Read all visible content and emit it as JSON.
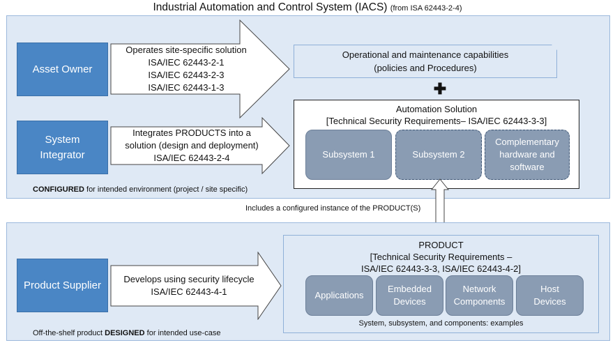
{
  "title": "Industrial Automation and Control System (IACS)",
  "title_source": "(from ISA 62443-2-4)",
  "top_band": {
    "asset_owner": {
      "label": "Asset Owner"
    },
    "asset_owner_arrow": {
      "lines": [
        "Operates site-specific solution",
        "ISA/IEC 62443-2-1",
        "ISA/IEC 62443-2-3",
        "ISA/IEC 62443-1-3"
      ]
    },
    "system_integrator": {
      "lines": [
        "System",
        "Integrator"
      ]
    },
    "integrator_arrow": {
      "lines": [
        "Integrates PRODUCTS into a",
        "solution (design and deployment)",
        "ISA/IEC 62443-2-4"
      ]
    },
    "caption_bold": "CONFIGURED",
    "caption_rest": " for intended environment (project / site specific)",
    "ops": {
      "lines": [
        "Operational and maintenance capabilities",
        "(policies and Procedures)"
      ]
    },
    "plus": "✚",
    "automation": {
      "heading_lines": [
        "Automation Solution",
        "[Technical Security Requirements– ISA/IEC 62443-3-3]"
      ],
      "tiles": [
        {
          "lines": [
            "Subsystem 1"
          ]
        },
        {
          "lines": [
            "Subsystem 2"
          ]
        },
        {
          "lines": [
            "Complementary",
            "hardware and",
            "software"
          ]
        }
      ]
    }
  },
  "link_caption": "Includes a configured instance of the PRODUCT(S)",
  "bottom_band": {
    "supplier": {
      "label": "Product Supplier"
    },
    "supplier_arrow": {
      "lines": [
        "Develops using security lifecycle",
        "ISA/IEC 62443-4-1"
      ]
    },
    "caption_pre": "Off-the-shelf product ",
    "caption_bold": "DESIGNED",
    "caption_rest": " for intended use-case",
    "product": {
      "heading_lines": [
        "PRODUCT",
        "[Technical Security Requirements –",
        "ISA/IEC 62443-3-3,  ISA/IEC 62443-4-2]"
      ],
      "tiles": [
        {
          "lines": [
            "Applications"
          ]
        },
        {
          "lines": [
            "Embedded",
            "Devices"
          ]
        },
        {
          "lines": [
            "Network",
            "Components"
          ]
        },
        {
          "lines": [
            "Host",
            "Devices"
          ]
        }
      ],
      "footer": "System, subsystem, and components: examples"
    }
  },
  "colors": {
    "band_fill": "#dfe9f5",
    "role_fill": "#4a86c5",
    "tile_fill": "#8a9cb3"
  }
}
